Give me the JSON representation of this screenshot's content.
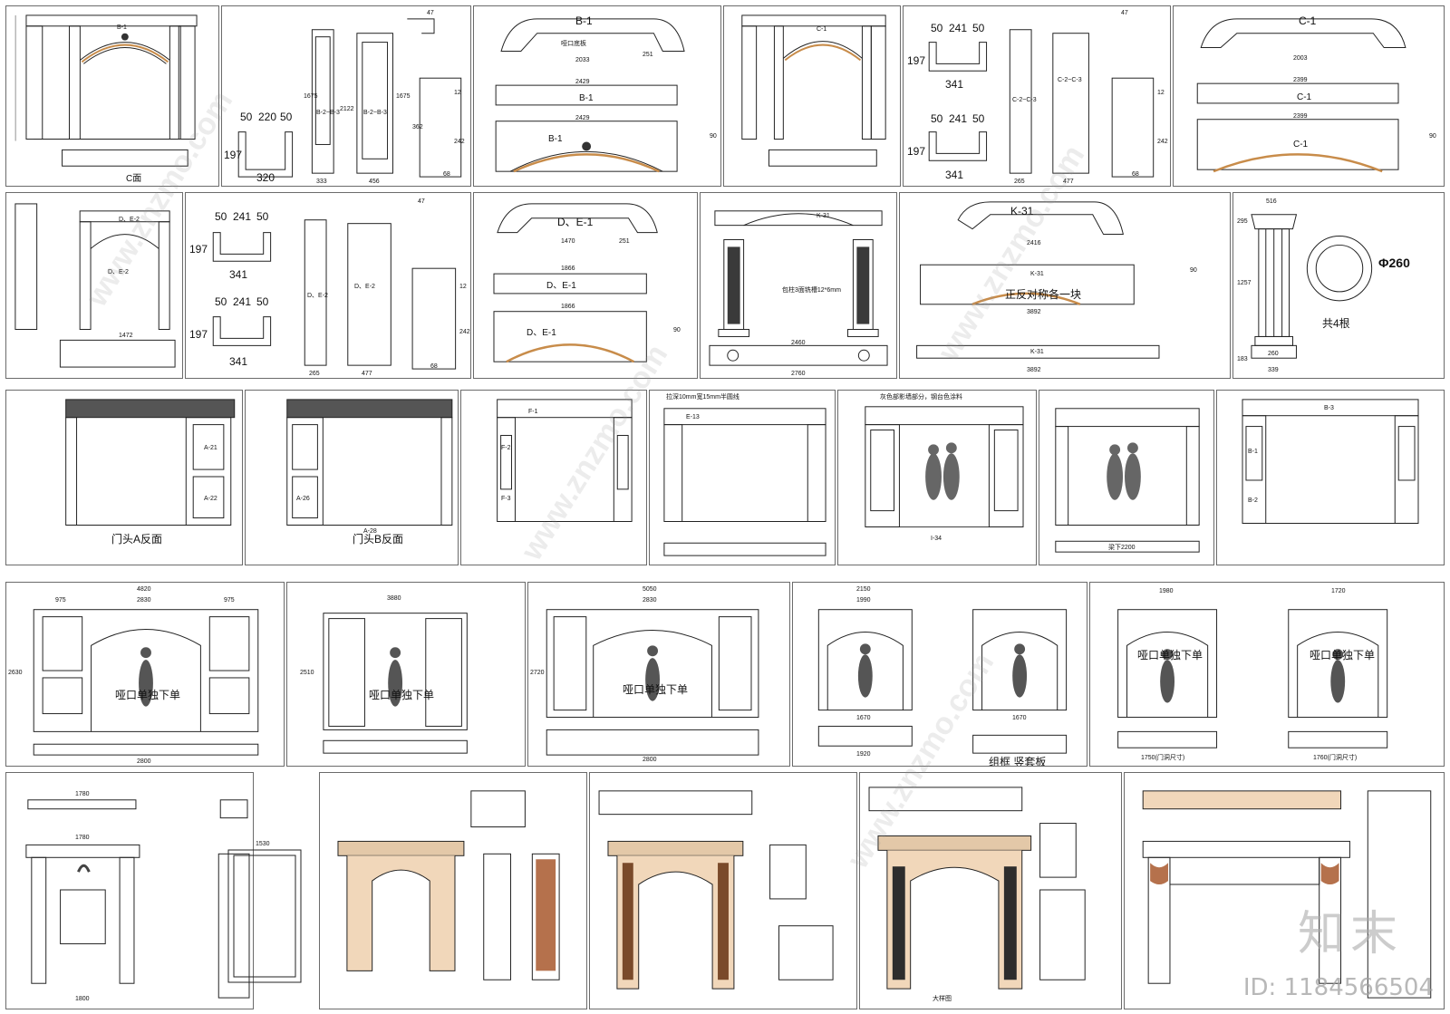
{
  "watermark": {
    "site": "www.znzmo.com",
    "logo": "知末",
    "id": "ID: 1184566504"
  },
  "sheets": [
    {
      "key": "s1",
      "labels": {
        "elev": "B-1",
        "face": "C面"
      }
    },
    {
      "key": "s2",
      "labels": {
        "d1": "50",
        "d2": "220",
        "d3": "50",
        "h": "197",
        "w": "320",
        "t1": "B-2~B-3",
        "t2": "B-2~B-3",
        "w1": "333",
        "w2": "456",
        "h1": "1675",
        "h2": "2122",
        "h3": "1675",
        "h4": "362",
        "d4": "47",
        "d5": "12",
        "d6": "242",
        "d7": "68"
      }
    },
    {
      "key": "s3",
      "labels": {
        "title": "B-1",
        "note": "哑口底板",
        "w1": "2033",
        "w2": "2429",
        "w3": "2429",
        "t2": "B-1",
        "t3": "B-1",
        "d1": "251",
        "d2": "90"
      }
    },
    {
      "key": "s4",
      "labels": {
        "elev": "C-1"
      }
    },
    {
      "key": "s5",
      "labels": {
        "d1": "50",
        "d2": "241",
        "d3": "50",
        "h": "197",
        "w": "341",
        "d4": "50",
        "d5": "241",
        "d6": "50",
        "h2": "197",
        "w2": "341",
        "t1": "C-2~C-3",
        "t2": "C-2~C-3",
        "w3": "265",
        "w4": "477",
        "d7": "47",
        "d8": "12",
        "d9": "242",
        "d10": "68"
      }
    },
    {
      "key": "s6",
      "labels": {
        "title": "C-1",
        "w1": "2003",
        "w2": "2399",
        "w3": "2399",
        "t2": "C-1",
        "t3": "C-1",
        "d1": "90"
      }
    },
    {
      "key": "s7",
      "labels": {
        "elev": "D、E-2",
        "elev2": "D、E-2",
        "w": "1472"
      }
    },
    {
      "key": "s8",
      "labels": {
        "d1": "50",
        "d2": "241",
        "d3": "50",
        "h": "197",
        "w": "341",
        "d4": "50",
        "d5": "241",
        "d6": "50",
        "h2": "197",
        "w2": "341",
        "t1": "D、E-2",
        "t2": "D、E-2",
        "w3": "265",
        "w4": "477",
        "d7": "47",
        "d8": "12",
        "d9": "242",
        "d10": "68"
      }
    },
    {
      "key": "s9",
      "labels": {
        "title": "D、E-1",
        "w1": "1470",
        "w2": "1866",
        "w3": "1866",
        "t2": "D、E-1",
        "t3": "D、E-1",
        "d1": "251",
        "d2": "90"
      }
    },
    {
      "key": "s10",
      "labels": {
        "title": "K-31",
        "note": "包柱3面铣槽12*6mm",
        "d1": "2460",
        "d2": "2760"
      }
    },
    {
      "key": "s11",
      "labels": {
        "title": "K-31",
        "t2": "K-31",
        "note": "正反对称各一块",
        "w1": "2416",
        "w2": "3892",
        "t3": "K-31",
        "w3": "3892",
        "d1": "90"
      }
    },
    {
      "key": "s12",
      "labels": {
        "d1": "516",
        "dia": "Φ260",
        "count": "共4根",
        "w1": "260",
        "w2": "339",
        "h1": "1257",
        "h2": "295",
        "h3": "183"
      }
    },
    {
      "key": "s13",
      "labels": {
        "title": "门头A反面",
        "t1": "A-21",
        "t2": "A-22"
      }
    },
    {
      "key": "s14",
      "labels": {
        "title": "门头B反面",
        "t1": "A-26",
        "t2": "A-28"
      }
    },
    {
      "key": "s15",
      "labels": {
        "t1": "F-1",
        "t2": "F-2",
        "t3": "F-3"
      }
    },
    {
      "key": "s16",
      "labels": {
        "title": "拉深10mm宽15mm半圆线",
        "t1": "E-13"
      }
    },
    {
      "key": "s17",
      "labels": {
        "note": "灰色部影墙部分，钢台色涂料",
        "t1": "I-34"
      }
    },
    {
      "key": "s18",
      "labels": {
        "note": "梁下2200"
      }
    },
    {
      "key": "s19",
      "labels": {
        "t1": "B-1",
        "t2": "B-2",
        "t3": "B-3"
      }
    },
    {
      "key": "s20",
      "labels": {
        "w": "4820",
        "w2": "2830",
        "a": "975",
        "b": "975",
        "center": "哑口单独下单",
        "w3": "2800",
        "h": "2630"
      }
    },
    {
      "key": "s21",
      "labels": {
        "w": "3880",
        "center": "哑口单独下单",
        "h": "2510"
      }
    },
    {
      "key": "s22",
      "labels": {
        "w": "5050",
        "w2": "2830",
        "center": "哑口单独下单",
        "w3": "2800",
        "h": "2720"
      }
    },
    {
      "key": "s23",
      "labels": {
        "w": "2150",
        "w2": "1990",
        "w3": "1670",
        "w4": "1670",
        "w5": "1920",
        "note": "组框 竖套板"
      }
    },
    {
      "key": "s24",
      "labels": {
        "w": "1980",
        "w2": "1720",
        "center": "哑口单独下单",
        "center2": "哑口单独下单",
        "b1": "1750(门洞尺寸)",
        "b2": "1760(门洞尺寸)"
      }
    },
    {
      "key": "s25",
      "labels": {
        "w": "1780",
        "w2": "1780",
        "w3": "1800"
      }
    },
    {
      "key": "s26",
      "labels": {
        "w": "1530"
      }
    },
    {
      "key": "s27",
      "labels": {}
    },
    {
      "key": "s28",
      "labels": {}
    },
    {
      "key": "s29",
      "labels": {
        "note": "大样图"
      }
    },
    {
      "key": "s30",
      "labels": {}
    }
  ]
}
